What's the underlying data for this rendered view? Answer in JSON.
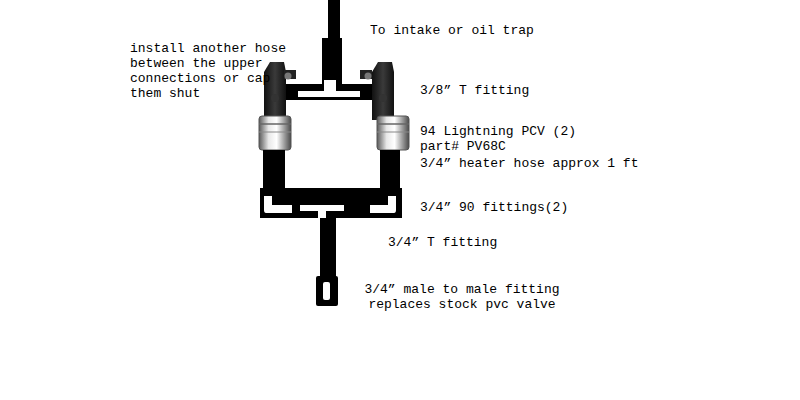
{
  "diagram": {
    "labels": [
      "To intake or oil trap",
      "install another hose between the upper connections or cap them shut",
      "3/8” T fitting",
      "94 Lightning PCV (2) part# PV68C",
      "3/4” heater hose approx 1 ft",
      "3/4” 90 fittings(2)",
      "3/4” T fitting",
      "3/4” male to male fitting replaces stock pvc valve"
    ]
  }
}
